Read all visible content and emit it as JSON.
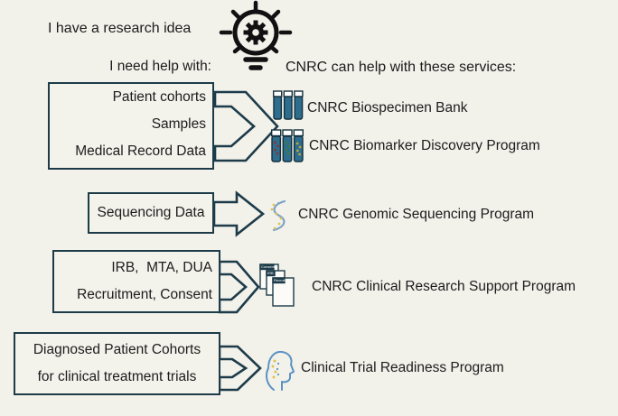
{
  "header": {
    "idea_label": "I have a research idea",
    "need_label": "I need help with:",
    "services_label": "CNRC can help with these services:"
  },
  "rows": [
    {
      "needs": [
        "Patient cohorts",
        "Samples",
        "Medical Record Data"
      ],
      "services": [
        {
          "icon": "test-tubes-icon",
          "label": "CNRC Biospecimen Bank"
        },
        {
          "icon": "biomarker-tubes-icon",
          "label": "CNRC Biomarker Discovery Program"
        }
      ]
    },
    {
      "needs": [
        "Sequencing Data"
      ],
      "services": [
        {
          "icon": "dna-strand-icon",
          "label": "CNRC Genomic Sequencing Program"
        }
      ]
    },
    {
      "needs": [
        "IRB,  MTA, DUA",
        "Recruitment, Consent"
      ],
      "services": [
        {
          "icon": "documents-icon",
          "label": "CNRC Clinical Research Support Program",
          "doc_page_labels": [
            "Consent",
            "IRB",
            "Recruit"
          ]
        }
      ]
    },
    {
      "needs": [
        "Diagnosed Patient Cohorts",
        "for clinical treatment trials"
      ],
      "services": [
        {
          "icon": "head-profile-icon",
          "label": "Clinical Trial Readiness Program"
        }
      ]
    }
  ],
  "icons": [
    "lightbulb-gear-icon",
    "test-tubes-icon",
    "biomarker-tubes-icon",
    "dna-strand-icon",
    "documents-icon",
    "head-profile-icon"
  ],
  "palette": {
    "background": "#f2f1ea",
    "outline_navy": "#1d3b49",
    "text": "#1c1c1c",
    "tube_teal": "#2e6d8d",
    "marker_red": "#8a3434",
    "marker_green": "#3f7d46",
    "marker_yellow": "#b7a93c",
    "dna_blue": "#7aa3c9",
    "dna_yellow": "#e0c254",
    "head_blue": "#5b93c4",
    "icon_black": "#111111"
  }
}
